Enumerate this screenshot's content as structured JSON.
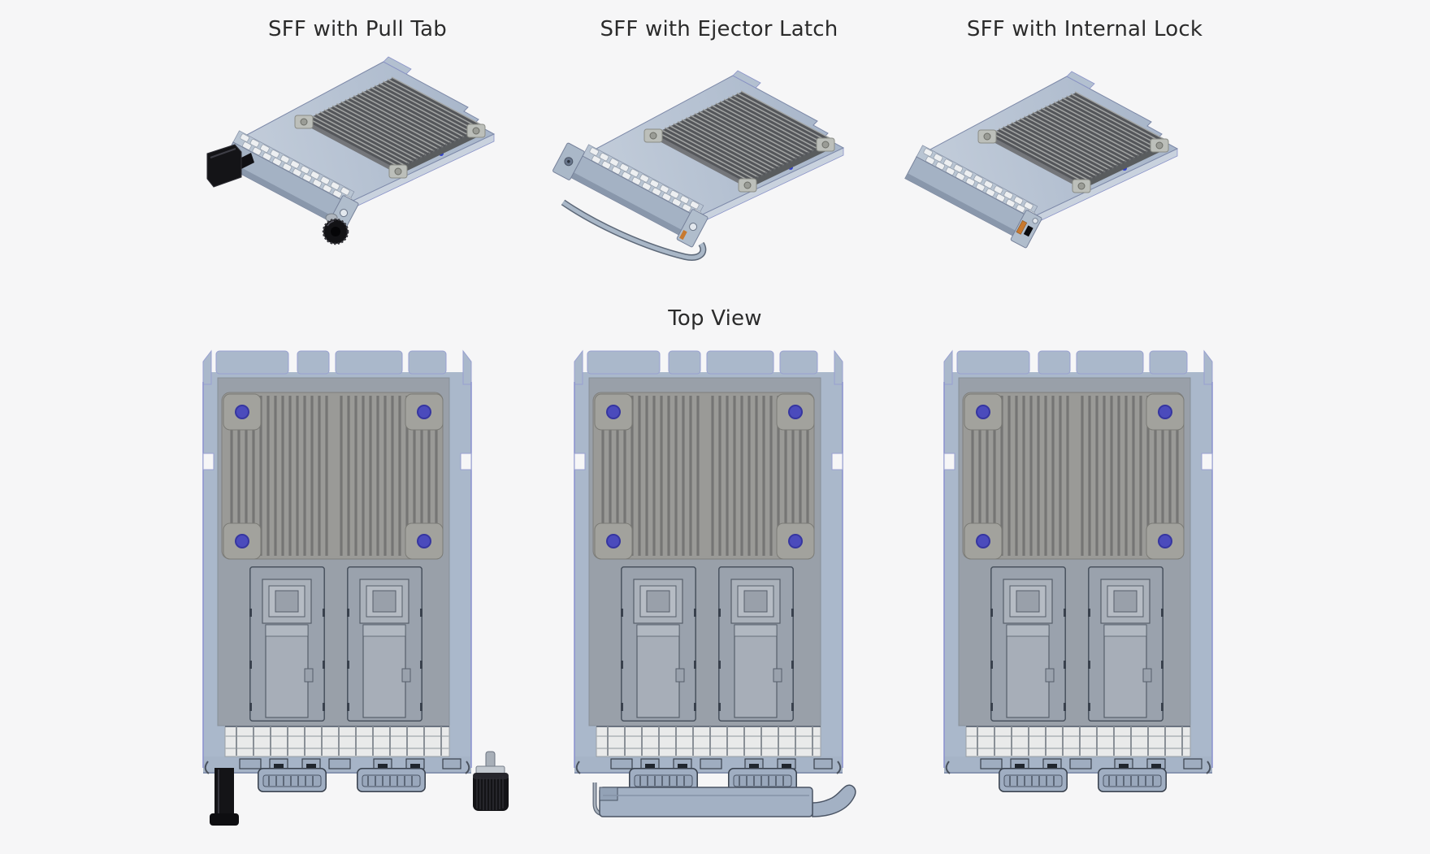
{
  "variants": [
    {
      "id": "pull-tab",
      "label": "SFF with Pull Tab",
      "retention_feature": "pull tab"
    },
    {
      "id": "ejector-latch",
      "label": "SFF with Ejector Latch",
      "retention_feature": "ejector latch"
    },
    {
      "id": "internal-lock",
      "label": "SFF with Internal Lock",
      "retention_feature": "internal lock"
    }
  ],
  "section_title": "Top View",
  "colors": {
    "background": "#f6f6f7",
    "title": "#2b2b2b",
    "card_body": "#aab8cb",
    "card_edge": "#8a90cf",
    "pcb": "#99a0a9",
    "heatsink": "#9a9a97",
    "pad": "#a2a29d",
    "screw_blue": "#4b4bbc",
    "emi_white": "#e9eaea",
    "line_dark": "#39414d",
    "line_mid": "#5d6878",
    "black_part": "#141417",
    "orange": "#c8792f",
    "blue_dot": "#2f3fd0",
    "faceplate": "#a6b4c7",
    "bezel": "#a0aec2"
  }
}
